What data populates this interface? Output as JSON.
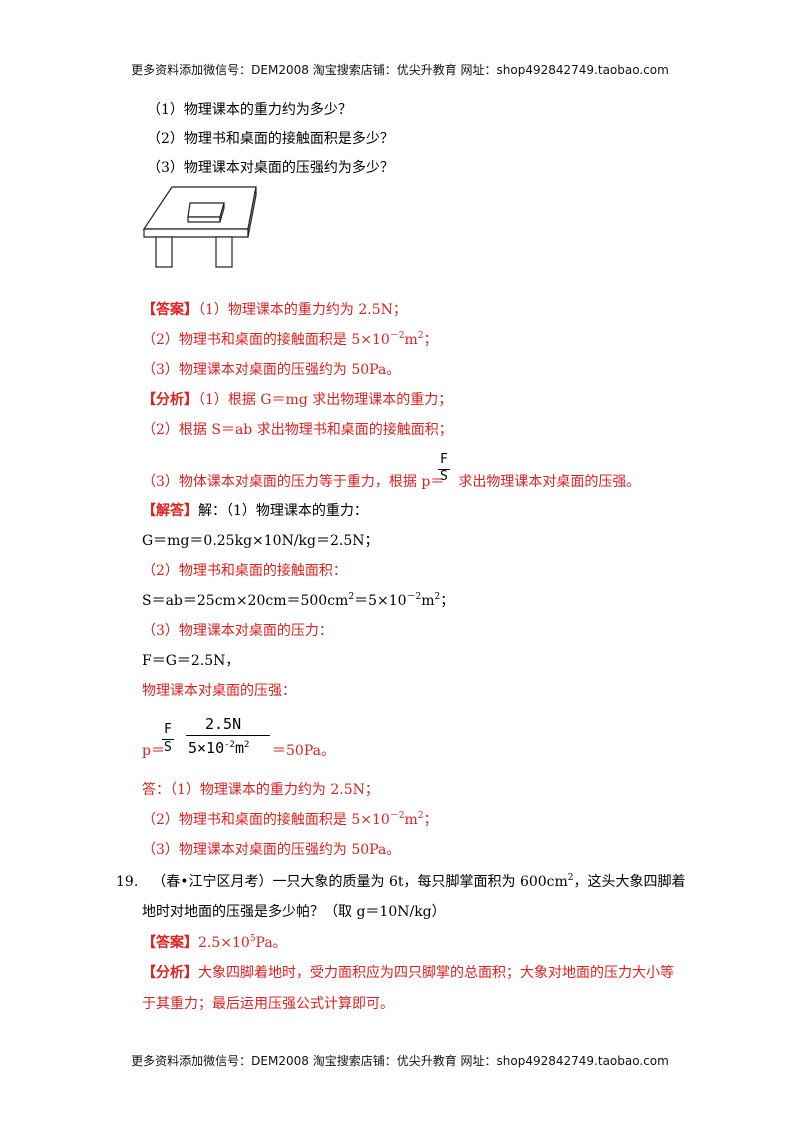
{
  "header": "更多资料添加微信号：DEM2008   淘宝搜索店铺：优尖升教育  网址：shop492842749.taobao.com",
  "footer": "更多资料添加微信号：DEM2008   淘宝搜索店铺：优尖升教育  网址：shop492842749.taobao.com",
  "questions": {
    "q1": "（1）物理课本的重力约为多少？",
    "q2": "（2）物理书和桌面的接触面积是多少？",
    "q3": "（3）物理课本对桌面的压强约为多少？"
  },
  "answer": {
    "tag": "【答案】",
    "a1": "（1）物理课本的重力约为 2.5N；",
    "a2_pre": "（2）物理书和桌面的接触面积是 5×10",
    "a2_exp": "－2",
    "a2_unit": "m",
    "a2_unit_exp": "2",
    "a2_post": "；",
    "a3": "（3）物理课本对桌面的压强约为 50Pa。"
  },
  "analysis": {
    "tag": "【分析】",
    "l1": "（1）根据 G＝mg 求出物理课本的重力；",
    "l2": "（2）根据 S＝ab 求出物理书和桌面的接触面积；",
    "l3_pre": "（3）物体课本对桌面的压力等于重力，根据 p＝",
    "l3_num": "F",
    "l3_den": "S",
    "l3_post": "求出物理课本对桌面的压强。"
  },
  "solution": {
    "tag": "【解答】",
    "intro": "解：（1）物理课本的重力：",
    "s1": "G＝mg＝0.25kg×10N/kg＝2.5N；",
    "s2": "（2）物理书和桌面的接触面积：",
    "s3_pre": "S＝ab＝25cm×20cm＝500cm",
    "s3_exp1": "2",
    "s3_mid": "＝5×10",
    "s3_exp2": "－2",
    "s3_unit": "m",
    "s3_exp3": "2",
    "s3_post": "；",
    "s4": "（3）物理课本对桌面的压力：",
    "s5": "F＝G＝2.5N，",
    "s6": "物理课本对桌面的压强：",
    "p_label": "p＝",
    "p_f": "F",
    "p_s": "S",
    "p_num": "2.5N",
    "p_den_a": "5×10",
    "p_den_exp": "-2",
    "p_den_unit": "m",
    "p_den_unit_exp": "2",
    "p_result": "＝50Pa。"
  },
  "final": {
    "tag": "答：",
    "f1": "（1）物理课本的重力约为 2.5N；",
    "f2_pre": "（2）物理书和桌面的接触面积是 5×10",
    "f2_exp": "－2",
    "f2_unit": "m",
    "f2_unit_exp": "2",
    "f2_post": "；",
    "f3": "（3）物理课本对桌面的压强约为 50Pa。"
  },
  "q19": {
    "number": "19.",
    "l1_pre": "（春•江宁区月考）一只大象的质量为 6t，每只脚掌面积为 600cm",
    "l1_exp": "2",
    "l1_post": "，这头大象四脚着",
    "l2": "地时对地面的压强是多少帕？（取 g＝10N/kg）",
    "answer_tag": "【答案】",
    "answer_pre": "2.5×10",
    "answer_exp": "5",
    "answer_post": "Pa。",
    "analysis_tag": "【分析】",
    "analysis_l1": "大象四脚着地时，受力面积应为四只脚掌的总面积；大象对地面的压力大小等",
    "analysis_l2": "于其重力；最后运用压强公式计算即可。"
  }
}
